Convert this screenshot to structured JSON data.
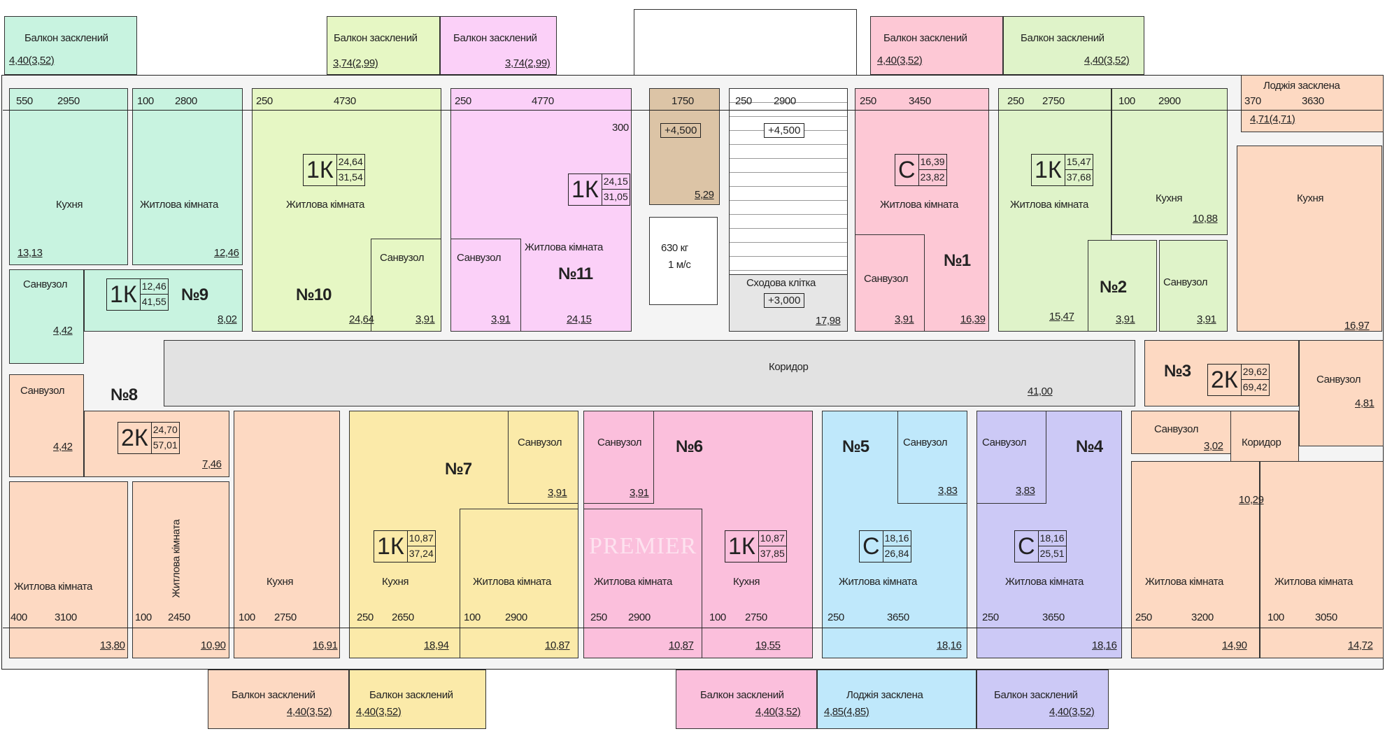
{
  "colors": {
    "mint": "#c8f3e0",
    "lime": "#e6f7c4",
    "violet": "#fbd0f8",
    "brown": "#dcc4a6",
    "pink": "#fdc8d5",
    "green": "#dff3c9",
    "salmon": "#fdd9c2",
    "yellow": "#fbeaa9",
    "rose": "#fbbfdc",
    "blue": "#bfe8fb",
    "lavender": "#ccc9f6",
    "corridor": "#e2e2e2"
  },
  "balconies": [
    {
      "label": "Балкон засклений",
      "area": "4,40(3,52)"
    },
    {
      "label": "Балкон засклений",
      "area": "3,74(2,99)"
    },
    {
      "label": "Балкон засклений",
      "area": "3,74(2,99)"
    },
    {
      "label": "Балкон засклений",
      "area": "4,40(3,52)"
    },
    {
      "label": "Балкон засклений",
      "area": "4,40(3,52)"
    },
    {
      "label": "Лоджія засклена",
      "area": "4,71(4,71)"
    },
    {
      "label": "Балкон засклений",
      "area": "4,40(3,52)"
    },
    {
      "label": "Балкон засклений",
      "area": "4,40(3,52)"
    },
    {
      "label": "Балкон засклений",
      "area": "4,40(3,52)"
    },
    {
      "label": "Лоджія засклена",
      "area": "4,85(4,85)"
    },
    {
      "label": "Балкон засклений",
      "area": "4,40(3,52)"
    }
  ],
  "apartments": [
    {
      "number": "№9",
      "type": "1К",
      "living": "12,46",
      "total": "41,55"
    },
    {
      "number": "№10",
      "type": "1К",
      "living": "24,64",
      "total": "31,54"
    },
    {
      "number": "№11",
      "type": "1К",
      "living": "24,15",
      "total": "31,05"
    },
    {
      "number": "№1",
      "type": "С",
      "living": "16,39",
      "total": "23,82"
    },
    {
      "number": "№2",
      "type": "1К",
      "living": "15,47",
      "total": "37,68"
    },
    {
      "number": "№3",
      "type": "2К",
      "living": "29,62",
      "total": "69,42"
    },
    {
      "number": "№8",
      "type": "2К",
      "living": "24,70",
      "total": "57,01"
    },
    {
      "number": "№7",
      "type": "1К",
      "living": "10,87",
      "total": "37,24"
    },
    {
      "number": "№6",
      "type": "1К",
      "living": "10,87",
      "total": "37,85"
    },
    {
      "number": "№5",
      "type": "С",
      "living": "18,16",
      "total": "26,84"
    },
    {
      "number": "№4",
      "type": "С",
      "living": "18,16",
      "total": "25,51"
    }
  ],
  "rooms": [
    {
      "name": "Кухня",
      "area": "13,13"
    },
    {
      "name": "Житлова кімната",
      "area": "12,46"
    },
    {
      "name": "Санвузол",
      "area": "4,42"
    },
    {
      "area": "8,02"
    },
    {
      "name": "Житлова кімната",
      "area": "24,64"
    },
    {
      "name": "Санвузол",
      "area": "3,91"
    },
    {
      "name": "Санвузол",
      "area": "3,91"
    },
    {
      "name": "Житлова кімната",
      "area": "24,15"
    },
    {
      "area": "5,29",
      "level": "+4,500"
    },
    {
      "name": "Сходова клітка",
      "area": "17,98",
      "level_top": "+4,500",
      "level": "+3,000"
    },
    {
      "name": "Житлова кімната",
      "area": "16,39"
    },
    {
      "name": "Санвузол",
      "area": "3,91"
    },
    {
      "name": "Житлова кімната",
      "area": "15,47"
    },
    {
      "name": "Кухня",
      "area": "10,88"
    },
    {
      "area": "3,91"
    },
    {
      "name": "Санвузол",
      "area": "3,91"
    },
    {
      "name": "Кухня",
      "area": "16,97"
    },
    {
      "name": "Коридор",
      "area": "41,00"
    },
    {
      "name": "Санвузол",
      "area": "4,81"
    },
    {
      "name": "Санвузол",
      "area": "3,02"
    },
    {
      "name": "Коридор",
      "area": "10,29"
    },
    {
      "name": "Житлова кімната",
      "area": "14,90"
    },
    {
      "name": "Житлова кімната",
      "area": "14,72"
    },
    {
      "name": "Санвузол",
      "area": "4,42"
    },
    {
      "area": "7,46"
    },
    {
      "name": "Житлова кімната",
      "area": "13,80"
    },
    {
      "name": "Житлова кімната",
      "area": "10,90"
    },
    {
      "name": "Кухня",
      "area": "16,91"
    },
    {
      "name": "Кухня",
      "area": "18,94"
    },
    {
      "name": "Санвузол",
      "area": "3,91"
    },
    {
      "name": "Житлова кімната",
      "area": "10,87"
    },
    {
      "name": "Санвузол",
      "area": "3,91"
    },
    {
      "name": "Житлова кімната",
      "area": "10,87"
    },
    {
      "name": "Кухня",
      "area": "19,55"
    },
    {
      "name": "Санвузол",
      "area": "3,83"
    },
    {
      "name": "Житлова кімната",
      "area": "18,16"
    },
    {
      "name": "Санвузол",
      "area": "3,83"
    },
    {
      "name": "Житлова кімната",
      "area": "18,16"
    }
  ],
  "elevator": {
    "capacity": "630 кг",
    "speed": "1 м/с"
  },
  "dims": [
    "550",
    "2950",
    "100",
    "2800",
    "250",
    "4730",
    "250",
    "4770",
    "1750",
    "300",
    "250",
    "2900",
    "250",
    "3450",
    "250",
    "2750",
    "100",
    "2900",
    "370",
    "3630",
    "400",
    "3100",
    "100",
    "2450",
    "100",
    "2750",
    "250",
    "2650",
    "100",
    "2900",
    "250",
    "2900",
    "100",
    "2750",
    "250",
    "3650",
    "250",
    "3650",
    "250",
    "3200",
    "100",
    "3050"
  ],
  "watermark": "PREMIER"
}
